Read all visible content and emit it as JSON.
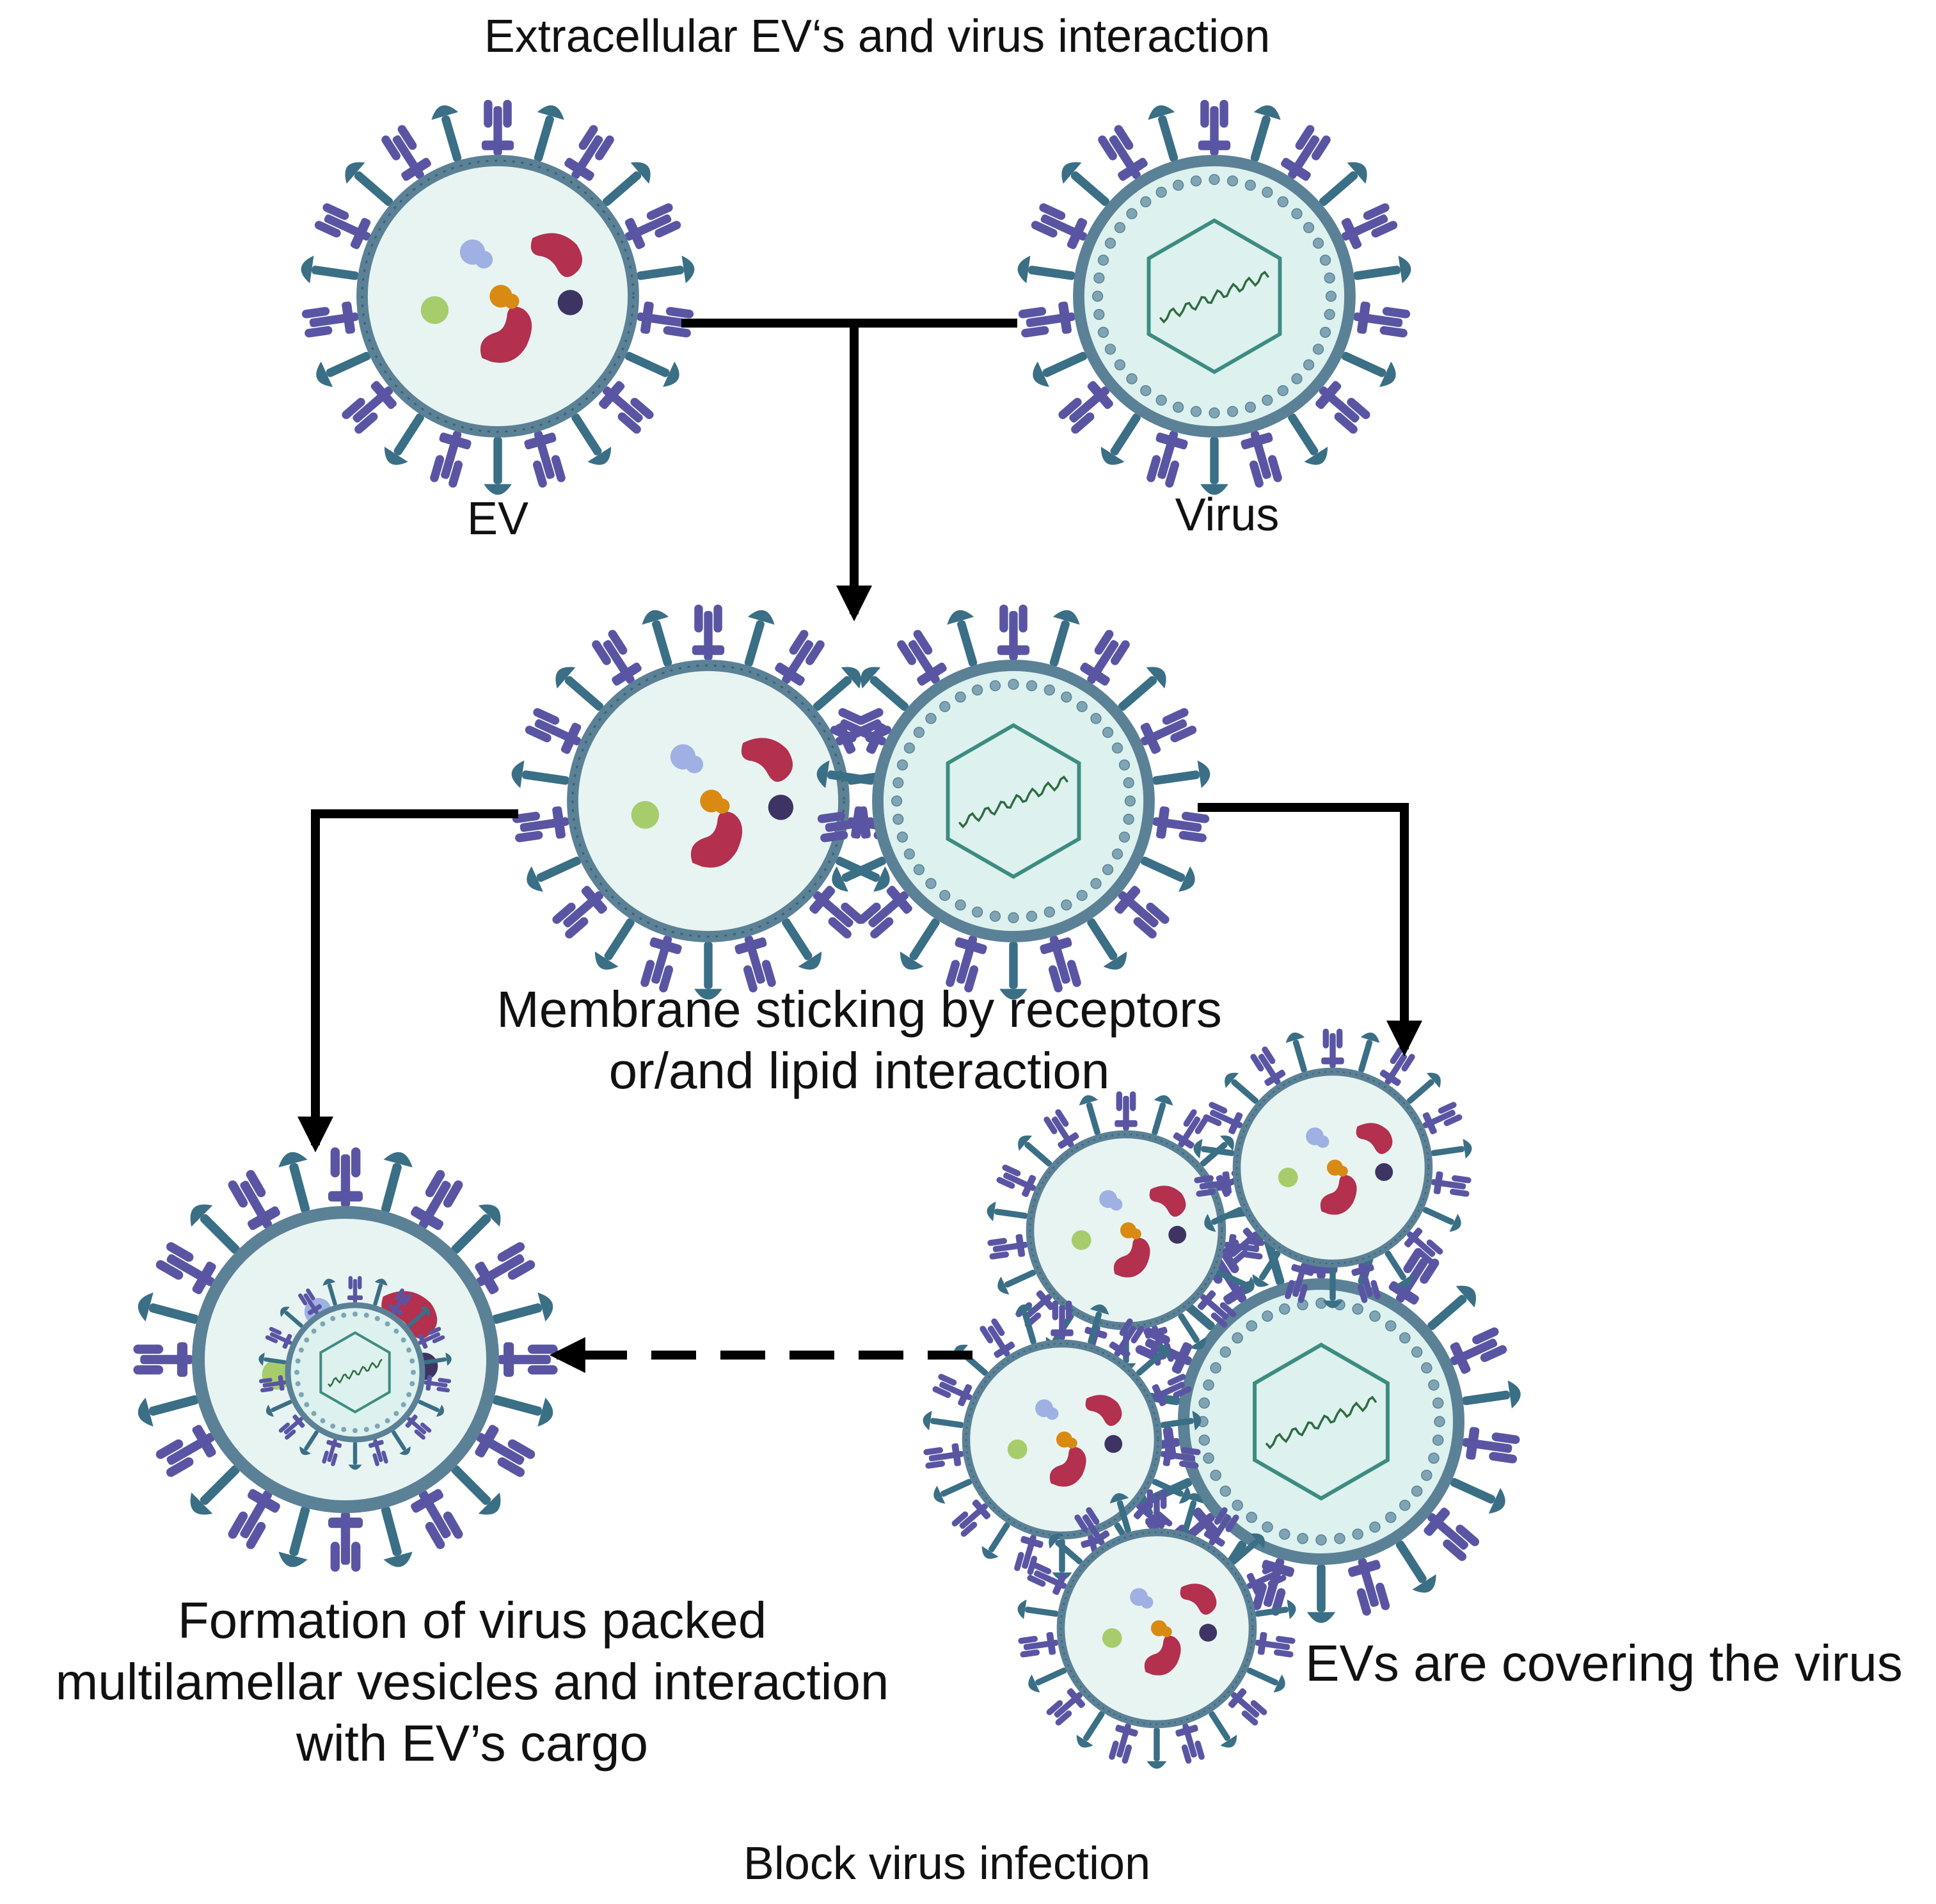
{
  "title": "Extracellular EV‘s and virus interaction",
  "labels": {
    "ev": "EV",
    "virus": "Virus",
    "sticking_line1": "Membrane sticking by receptors",
    "sticking_line2": "or/and lipid interaction",
    "covering": "EVs are covering the virus",
    "formation_line1": "Formation of virus packed",
    "formation_line2": "multilamellar vesicles and interaction",
    "formation_line3": "with EV’s cargo",
    "block": "Block virus infection"
  },
  "colors": {
    "membrane": "#5b8196",
    "membrane_dark": "#3d5f72",
    "interior": "#e8f4f2",
    "virus_interior": "#ddf1ee",
    "receptor_purple": "#5a55a3",
    "receptor_teal": "#3a6f86",
    "capsid": "#3d8c80",
    "genome": "#2f6b42",
    "cargo_pink": "#b3304f",
    "cargo_blue": "#9fb0e3",
    "cargo_orange": "#d98a12",
    "cargo_green": "#a7cc6c",
    "cargo_dark": "#3e3463",
    "arrow": "#000000"
  }
}
